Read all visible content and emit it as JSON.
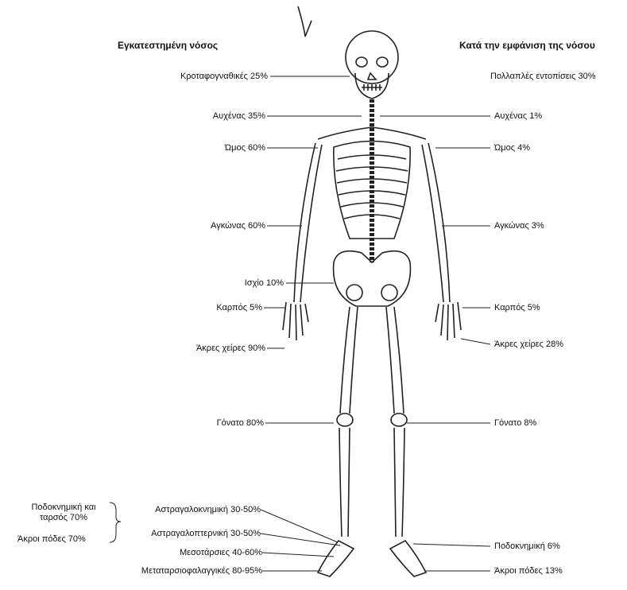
{
  "headers": {
    "left": "Εγκατεστημένη νόσος",
    "right": "Κατά την εμφάνιση της νόσου"
  },
  "left_labels": {
    "temporomandibular": "Κροταφογναθικές 25%",
    "neck": "Αυχένας 35%",
    "shoulder": "Ώμος 60%",
    "elbow": "Αγκώνας 60%",
    "hip": "Ισχίο 10%",
    "wrist": "Καρπός 5%",
    "hands": "Άκρες χείρες 90%",
    "knee": "Γόνατο 80%",
    "ankle_tarsus": "Ποδοκνημική και ταρσός 70%",
    "feet": "Άκροι πόδες 70%",
    "talocrural": "Αστραγαλοκνημική 30-50%",
    "subtalar": "Αστραγαλοπτερνική 30-50%",
    "midtarsal": "Μεσοτάρσιες 40-60%",
    "mtp": "Μεταταρσιοφαλαγγικές 80-95%"
  },
  "right_labels": {
    "multiple": "Πολλαπλές εντοπίσεις 30%",
    "neck": "Αυχένας 1%",
    "shoulder": "Ώμος 4%",
    "elbow": "Αγκώνας 3%",
    "wrist": "Καρπός 5%",
    "hands": "Άκρες χείρες 28%",
    "knee": "Γόνατο 8%",
    "ankle": "Ποδοκνημική 6%",
    "feet": "Άκροι πόδες 13%"
  }
}
